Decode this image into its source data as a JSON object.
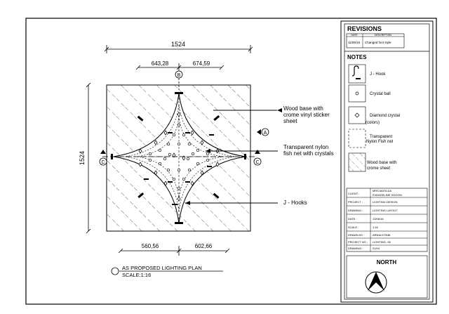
{
  "dimensions": {
    "top_total": "1524",
    "top_left": "643,28",
    "top_right": "674,59",
    "left_total": "1524",
    "bottom_left": "560,56",
    "bottom_right": "602,66"
  },
  "section_markers": {
    "top": "B",
    "right": "A",
    "left": "C",
    "right_mid": "C"
  },
  "callouts": {
    "wood_base": [
      "Wood base with",
      "crome vinyl sticker",
      "sheet"
    ],
    "nylon_net": [
      "Transparent nylon",
      "fish net with crystals"
    ],
    "j_hooks": "J - Hooks"
  },
  "plan_title": {
    "title": "AS PROPOSED LIGHTING PLAN",
    "scale": "SCALE:1:16"
  },
  "revisions": {
    "heading": "REVISIONS",
    "col_date": "DATE",
    "col_desc": "DESCRIPTION",
    "rows": [
      {
        "date": "11/06/16",
        "desc": "Changed font style"
      }
    ]
  },
  "notes": {
    "heading": "NOTES",
    "items": [
      {
        "icon": "j-hook-icon",
        "label": [
          "J - Hook"
        ]
      },
      {
        "icon": "crystal-ball-icon",
        "label": [
          "Crystal ball"
        ]
      },
      {
        "icon": "diamond-crystal-icon",
        "label": [
          "Diamond crystal",
          "(colors)"
        ]
      },
      {
        "icon": "nylon-net-icon",
        "label": [
          "Transparent",
          "Nylon Fish net"
        ]
      },
      {
        "icon": "wood-base-hatch-icon",
        "label": [
          "Wood base with",
          "crome sheet"
        ]
      }
    ]
  },
  "title_block": [
    {
      "label": "CLIENT :",
      "value": [
        "MRS.MATILDA",
        "EVANGELINE SOOOM"
      ]
    },
    {
      "label": "PROJECT :",
      "value": [
        "LIGHTING DESIGN"
      ]
    },
    {
      "label": "DRAWING :",
      "value": [
        "LIGHTING LAYOUT"
      ]
    },
    {
      "label": "DATE :",
      "value": [
        "13/06/16"
      ]
    },
    {
      "label": "SCALE :",
      "value": [
        "1:16"
      ]
    },
    {
      "label": "DRAWN BY :",
      "value": [
        "ARNIA KITABI"
      ]
    },
    {
      "label": "PROJECT NO :",
      "value": [
        "LIGHTING- 06"
      ]
    },
    {
      "label": "DRAWING :",
      "value": [
        "01/04"
      ]
    }
  ],
  "north": {
    "heading": "NORTH"
  }
}
